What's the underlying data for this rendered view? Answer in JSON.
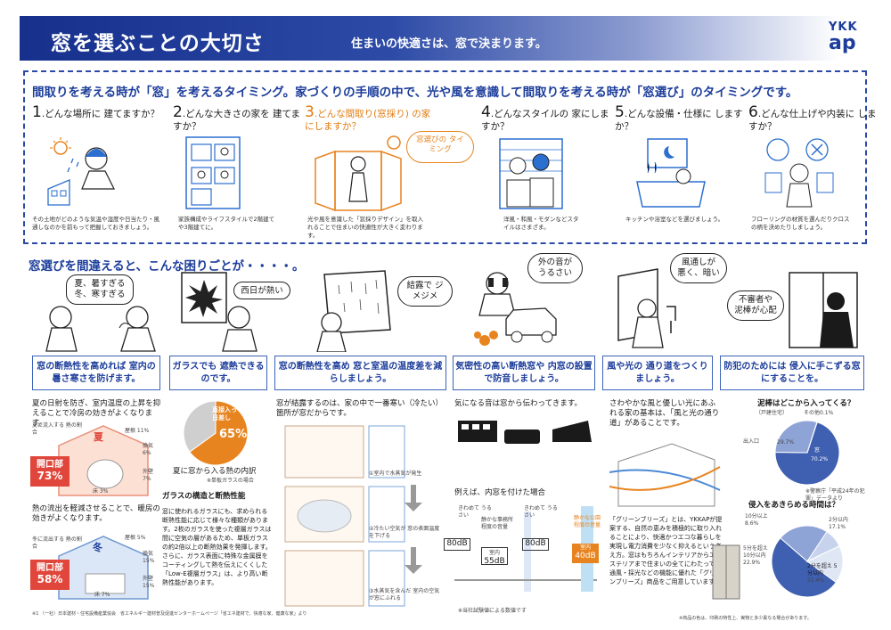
{
  "header": {
    "title": "窓を選ぶことの大切さ",
    "subtitle": "住まいの快適さは、窓で決まります。",
    "logo_top": "YKK",
    "logo_bottom": "ap"
  },
  "headline": "間取りを考える時が「窓」を考えるタイミング。家づくりの手順の中で、光や風を意識して間取りを考える時が「窓選び」のタイミングです。",
  "steps": [
    {
      "num": "1",
      "text": ".どんな場所に 建てますか？",
      "desc": "その土地がどのような気温や湿度や日当たり・風通しなのかを前もって把握しておきましょう。"
    },
    {
      "num": "2",
      "text": ".どんな大きさの家を 建てますか？",
      "desc": "家族構成やライフスタイルで2階建てや3階建てに。"
    },
    {
      "num": "3",
      "text": ".どんな間取り(窓採り) の家にしますか？",
      "desc": "光や風を意識した「窓採りデザイン」を取入れることで住まいの快適性が大きく変わります。"
    },
    {
      "num": "4",
      "text": ".どんなスタイルの 家にしますか？",
      "desc": "洋風・和風・モダンなどスタイルはさまざま。"
    },
    {
      "num": "5",
      "text": ".どんな設備・仕様に しますか？",
      "desc": "キッチンや浴室などを選びましょう。"
    },
    {
      "num": "6",
      "text": ".どんな仕上げや内装に しますか？",
      "desc": "フローリングの材質を選んだりクロスの柄を決めたりしましょう。"
    }
  ],
  "timing_bubble": "窓選びの タイミング",
  "section2_title": "窓選びを間違えると、こんな困りごとが・・・・。",
  "complaints": [
    "夏、暑すぎる 冬、寒すぎる",
    "西日が熱い",
    "結露で ジメジメ",
    "外の音が うるさい",
    "風通しが 悪く、暗い",
    "不審者や 泥棒が心配"
  ],
  "bands": [
    "窓の断熱性を高めれば 室内の暑さ寒さを防げます。",
    "ガラスでも 遮熱できるのです。",
    "窓の断熱性を高め 窓と室温の温度差を減らしましょう。",
    "気密性の高い断熱窓や 内窓の設置で防音しましょう。",
    "風や光の 通り道をつくりましょう。",
    "防犯のためには 侵入に手こずる窓にすることを。"
  ],
  "col1": {
    "text1": "夏の日射を防ぎ、室内温度の上昇を抑えることで冷房の効きがよくなります。",
    "label_summer_in": "夏に流入する 熱の割合",
    "summer": "夏",
    "roof": "屋根 11%",
    "vent": "換気 6%",
    "wall": "外壁 7%",
    "floor": "床 3%",
    "opening": "開口部",
    "opening_summer": "73%",
    "text2": "熱の流出を軽減させることで、暖房の効きがよくなります。",
    "label_winter_out": "冬に流出する 熱の割合",
    "winter": "冬",
    "roof_w": "屋根 5%",
    "vent_w": "換気 15%",
    "wall_w": "外壁 15%",
    "floor_w": "床 7%",
    "opening_winter": "58%",
    "footnote": "※1 （一社）日本建材・住宅設備産業協会　省エネルギー建材普及促進センターホームページ「省エネ建材で、快適な家、健康な家」より"
  },
  "col2": {
    "pie_label": "直接入ってくる 日差し",
    "pie_value": "65%",
    "chart_caption": "夏に窓から入る熱の内訳",
    "chart_note": "※単板ガラスの場合",
    "heading": "ガラスの構造と断熱性能",
    "body": "窓に使われるガラスにも、求められる断熱性能に応じて様々な種類があります。2枚のガラスを使った複層ガラスは間に空気の層があるため、単板ガラスの約2倍以上の断熱効果を発揮します。さらに、ガラス表面に特殊な金属膜をコーティングして熱を伝えにくくした「Low-E複層ガラス」は、より高い断熱性能があります。"
  },
  "col3": {
    "text": "窓が結露するのは、家の中で一番寒い（冷たい）箇所が窓だからです。",
    "step1": "①室内で水蒸気が発生",
    "step2": "②冷たい空気が 窓の表面温度を下げる",
    "step3": "③水蒸気を含んだ 室内の空気が窓にふれる"
  },
  "col4": {
    "text": "気になる音は窓から伝わってきます。",
    "example": "例えば、内窓を付けた場合",
    "l1": "きわめて うるさい",
    "l2": "静かな事務所 程度の音量",
    "l3": "きわめて うるさい",
    "l4": "静かな公園 程度の音量",
    "db1": "80dB",
    "db2": "55dB",
    "db3": "80dB",
    "db4": "40dB",
    "room": "室内",
    "note": "※当社試験値による数値です"
  },
  "col5": {
    "text": "さわやかな風と優しい光にあふれる家の基本は、「風と光の通り道」があることです。",
    "body": "「グリーンブリーズ」とは、YKKAPが提案する、自然の恵みを積極的に取り入れることにより、快適かつエコな暮らしを実現し電力消費を少なく抑えるという考え方。窓はもちろんインテリアからエクステリアまで住まいの全てにわたって、通風・採光などの機能に優れた「グリーンブリーズ」商品をご用意しています。"
  },
  "col6": {
    "q1": "泥棒はどこから入ってくる？",
    "q1_sub": "（戸建住宅）",
    "q1_other": "その他0.1%",
    "entrance": "出入口",
    "entrance_pct": "29.7%",
    "window": "窓",
    "window_pct": "70.2%",
    "q2": "侵入をあきらめる時間は？",
    "t1": "10分以上",
    "t1p": "8.6%",
    "t2": "2分以内",
    "t2p": "17.1%",
    "t3": "5分を超え 10分以内",
    "t3p": "22.9%",
    "t4": "2分を超え 5分以内",
    "t4p": "51.4%",
    "note": "※警察庁「平成24年の犯罪」データより"
  },
  "footnote_right": "※商品の色は、印刷の特性上、実物と多少異なる場合があります。",
  "chart_data": [
    {
      "type": "pie",
      "title": "夏に窓から入る熱の内訳",
      "categories": [
        "直接入ってくる日差し",
        "その他"
      ],
      "values": [
        65,
        35
      ]
    },
    {
      "type": "pie",
      "title": "泥棒はどこから入ってくる？",
      "categories": [
        "窓",
        "出入口",
        "その他"
      ],
      "values": [
        70.2,
        29.7,
        0.1
      ]
    },
    {
      "type": "pie",
      "title": "侵入をあきらめる時間は？",
      "categories": [
        "2分を超え5分以内",
        "5分を超え10分以内",
        "10分以上",
        "2分以内"
      ],
      "values": [
        51.4,
        22.9,
        8.6,
        17.1
      ]
    }
  ],
  "colors": {
    "brand": "#1c3d9b",
    "orange": "#e88420",
    "red": "#e0463b"
  }
}
